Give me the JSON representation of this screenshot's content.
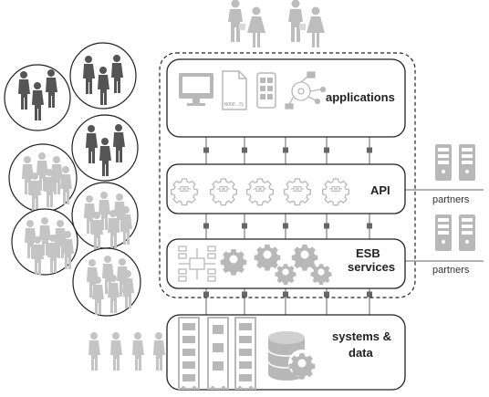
{
  "layers": {
    "applications": {
      "label": "applications"
    },
    "api": {
      "label": "API"
    },
    "esb": {
      "label_line1": "ESB",
      "label_line2": "services"
    },
    "systems": {
      "label_line1": "systems &",
      "label_line2": "data"
    }
  },
  "partners": [
    {
      "label": "partners"
    },
    {
      "label": "partners"
    }
  ],
  "icons": {
    "node_badge": "NODE.JS",
    "applications": [
      "monitor-icon",
      "document-icon",
      "mobile-app-icon",
      "network-icon"
    ],
    "api": [
      "api-gear-icon",
      "api-gear-icon",
      "api-gear-icon",
      "api-gear-icon",
      "api-gear-icon"
    ],
    "esb": [
      "service-bus-icon",
      "gear-icon",
      "gear-icon",
      "gear-icon",
      "gear-icon",
      "gear-icon"
    ],
    "systems": [
      "server-rack-icon",
      "server-rack-icon",
      "server-rack-icon",
      "database-gear-icon"
    ],
    "people": [
      "shopper-group-icon",
      "user-group-icon",
      "person-icon"
    ],
    "partners": [
      "server-icon"
    ]
  },
  "colors": {
    "dark_people": "#555555",
    "light_people": "#bdbdbd",
    "icon_gray": "#b8b8b8",
    "outline": "#222222",
    "connector": "#666666"
  }
}
